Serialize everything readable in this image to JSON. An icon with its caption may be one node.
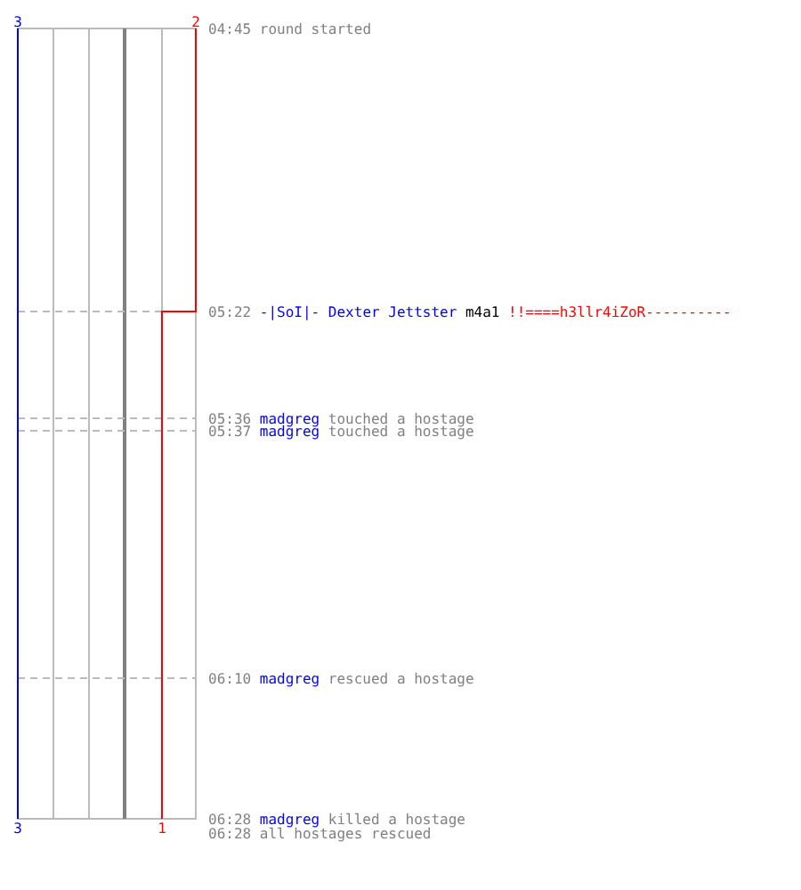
{
  "diagram": {
    "labels": [
      "3",
      "2",
      "04:45",
      "round started",
      "05:22",
      "-|SoI|- Dexter Jettster",
      "m4a1",
      "!!====h3llr4iZoR----------",
      "05:36",
      "madgreg",
      "touched a hostage",
      "05:37",
      "madgreg",
      "touched a hostage",
      "06:10",
      "madgreg",
      "rescued a hostage",
      "3",
      "1",
      "06:28",
      "madgreg",
      "killed a hostage",
      "06:28",
      "all hostages rescued"
    ]
  }
}
